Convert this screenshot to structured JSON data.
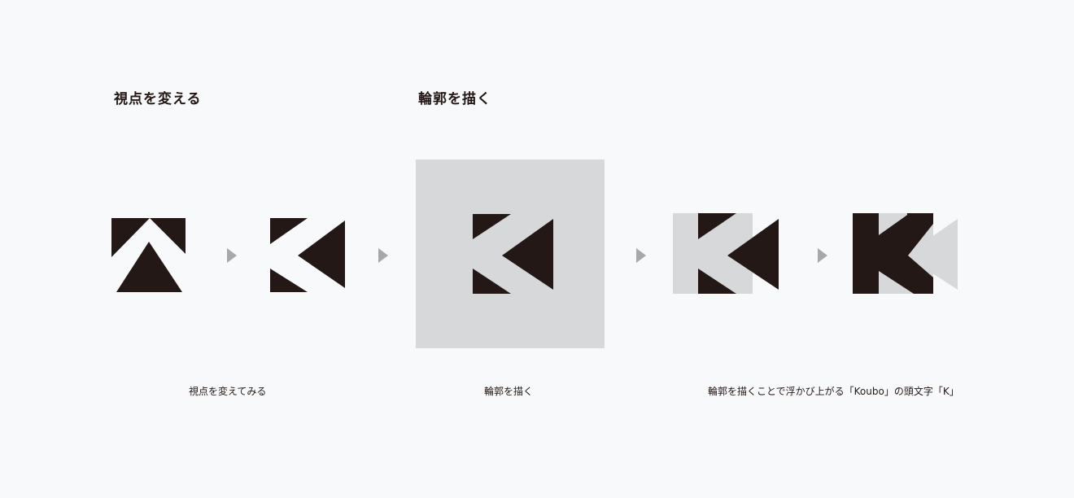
{
  "sections": [
    {
      "heading": "視点を変える"
    },
    {
      "heading": "輪郭を描く"
    }
  ],
  "captions": [
    {
      "text": "視点を変えてみる"
    },
    {
      "text": "輪郭を描く"
    },
    {
      "text": "輪郭を描くことで浮かび上がる「Koubo」の頭文字「K」"
    }
  ],
  "colors": {
    "ink": "#231815",
    "panel": "#d7d8da",
    "arrow": "#a7a8aa",
    "background": "#f8f9fa"
  }
}
